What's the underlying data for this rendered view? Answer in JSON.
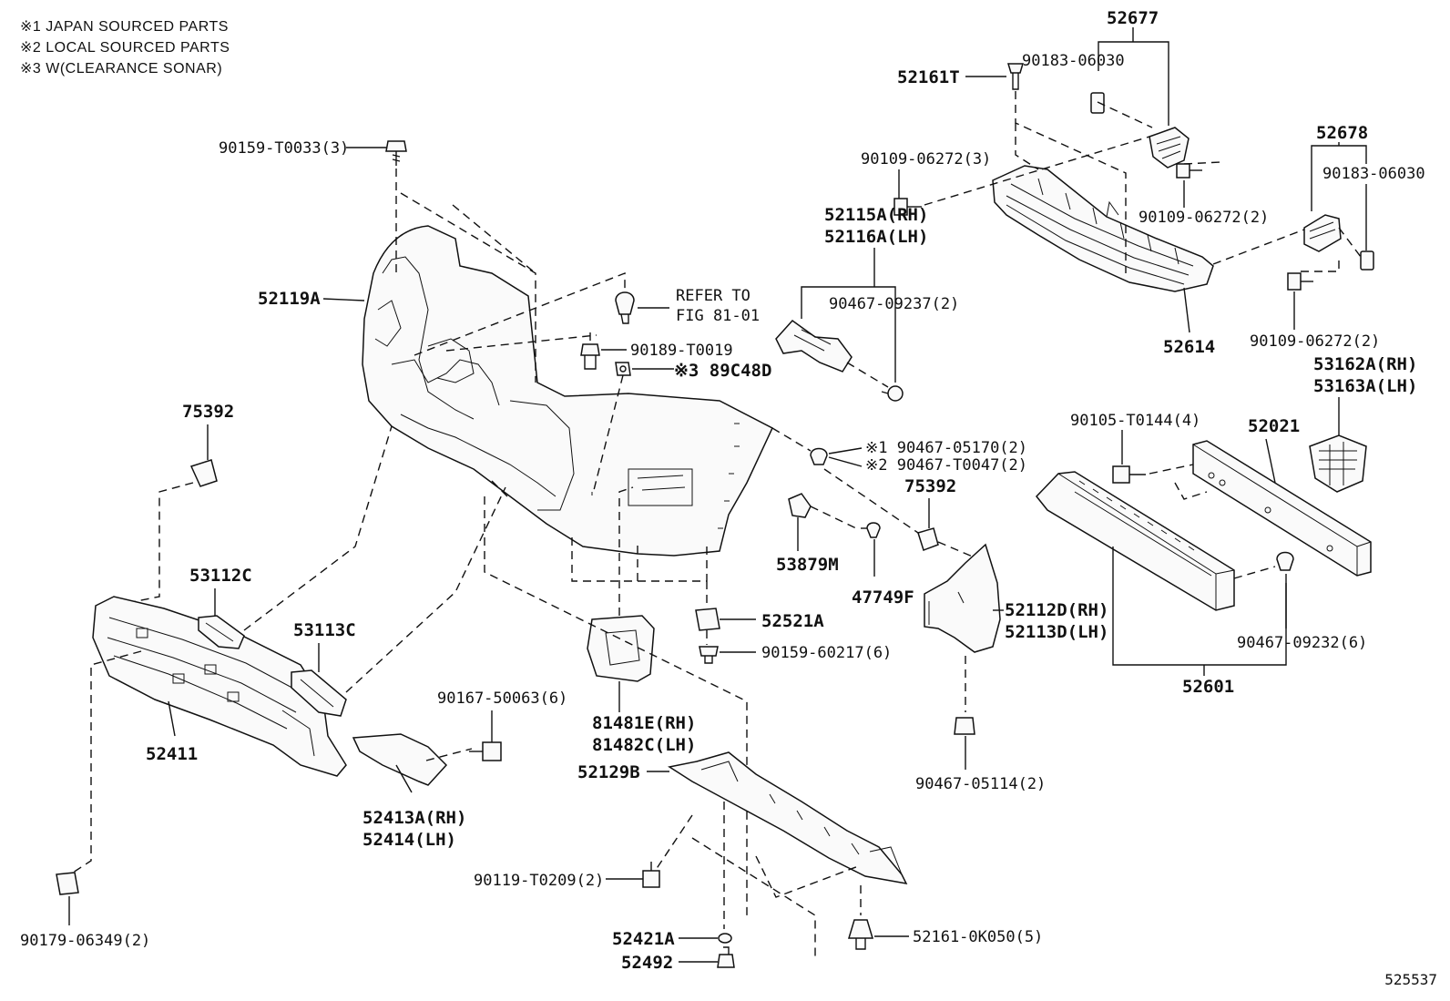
{
  "notes": [
    "※1 JAPAN SOURCED PARTS",
    "※2 LOCAL SOURCED PARTS",
    "※3 W(CLEARANCE SONAR)"
  ],
  "figure_number": "525537",
  "parts": {
    "p90159_T0033": "90159-T0033(3)",
    "p52119A": "52119A",
    "refer_to": "REFER TO",
    "fig_81_01": "FIG 81-01",
    "p90189_T0019": "90189-T0019",
    "p89C48D": "※3 89C48D",
    "p52161T": "52161T",
    "p52677": "52677",
    "p90183_06030_a": "90183-06030",
    "p90109_06272_3": "90109-06272(3)",
    "p90109_06272_2a": "90109-06272(2)",
    "p52678": "52678",
    "p90183_06030_b": "90183-06030",
    "p52614": "52614",
    "p90109_06272_2b": "90109-06272(2)",
    "p52115A": "52115A(RH)",
    "p52116A": "52116A(LH)",
    "p90467_09237": "90467-09237(2)",
    "p53162A": "53162A(RH)",
    "p53163A": "53163A(LH)",
    "p90105_T0144": "90105-T0144(4)",
    "p52021": "52021",
    "p90467_05170": "※1 90467-05170(2)",
    "p90467_T0047": "※2 90467-T0047(2)",
    "p75392_a": "75392",
    "p75392_b": "75392",
    "p53879M": "53879M",
    "p47749F": "47749F",
    "p52112D": "52112D(RH)",
    "p52113D": "52113D(LH)",
    "p90467_09232": "90467-09232(6)",
    "p52601": "52601",
    "p53112C": "53112C",
    "p53113C": "53113C",
    "p52521A": "52521A",
    "p90159_60217": "90159-60217(6)",
    "p90167_50063": "90167-50063(6)",
    "p81481E": "81481E(RH)",
    "p81482C": "81482C(LH)",
    "p52411": "52411",
    "p52413A": "52413A(RH)",
    "p52414": "52414(LH)",
    "p52129B": "52129B",
    "p90467_05114": "90467-05114(2)",
    "p90119_T0209": "90119-T0209(2)",
    "p52421A": "52421A",
    "p52492": "52492",
    "p52161_0K050": "52161-0K050(5)",
    "p90179_06349": "90179-06349(2)"
  }
}
